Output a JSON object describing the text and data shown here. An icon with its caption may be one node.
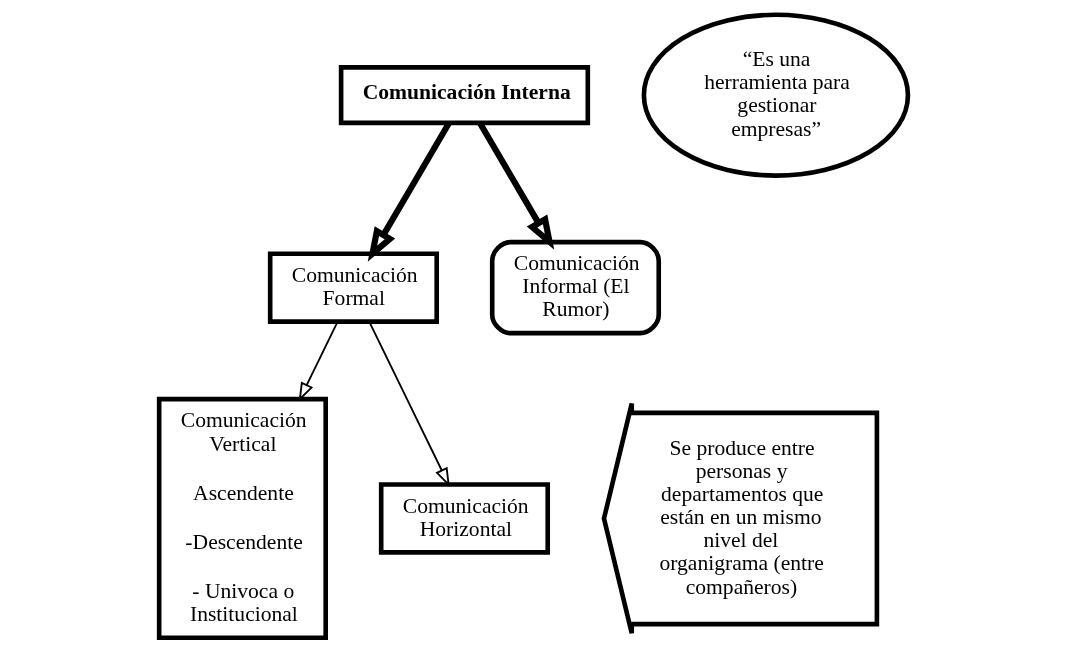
{
  "diagram": {
    "nodes": [
      {
        "text": [
          "Comunicación Interna"
        ]
      },
      {
        "text": [
          "“Es una herramienta para gestionar empresas”"
        ]
      },
      {
        "text": [
          "Comunicación Formal"
        ]
      },
      {
        "text": [
          "Comunicación Informal (El Rumor)"
        ]
      },
      {
        "text": [
          "Comunicación Vertical",
          "Ascendente",
          "-Descendente",
          "- Univoca o Institucional"
        ]
      },
      {
        "text": [
          "Comunicación Horizontal"
        ]
      },
      {
        "text": [
          "Se produce entre personas y departamentos que están en un mismo nivel del organigrama (entre compañeros)"
        ]
      }
    ],
    "edges": [
      {
        "from": 0,
        "to": 2,
        "arrow": "to",
        "style": "thick"
      },
      {
        "from": 0,
        "to": 3,
        "arrow": "to",
        "style": "thick"
      },
      {
        "from": 2,
        "to": 4,
        "arrow": "to"
      },
      {
        "from": 2,
        "to": 5,
        "arrow": "to"
      }
    ]
  }
}
